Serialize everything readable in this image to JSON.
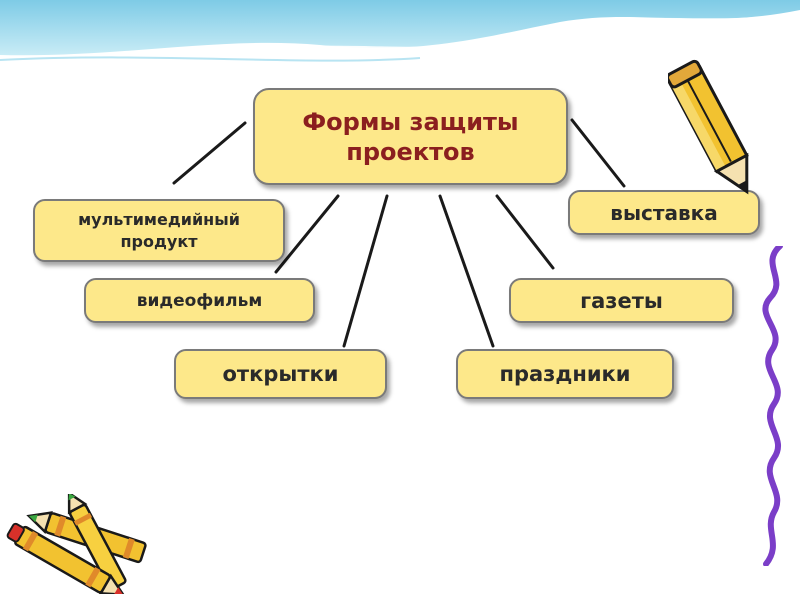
{
  "diagram": {
    "root": {
      "label": "Формы защиты\nпроектов"
    },
    "nodes": [
      {
        "id": "multimedia",
        "label": "мультимедийный\nпродукт"
      },
      {
        "id": "videofilm",
        "label": "видеофильм"
      },
      {
        "id": "postcards",
        "label": "открытки"
      },
      {
        "id": "holidays",
        "label": "праздники"
      },
      {
        "id": "newspapers",
        "label": "газеты"
      },
      {
        "id": "exhibition",
        "label": "выставка"
      }
    ]
  },
  "colors": {
    "node_fill": "#fde88a",
    "node_border": "#7a7a7a",
    "root_text": "#8b1f1f",
    "leaf_text": "#2a2a2a",
    "connector": "#1a1a1a",
    "squiggle": "#7b3ec8",
    "header_wave": "#8fd3ec"
  },
  "decorations": [
    "header-wave",
    "pencil-icon",
    "crayons-icon",
    "squiggle-line"
  ]
}
